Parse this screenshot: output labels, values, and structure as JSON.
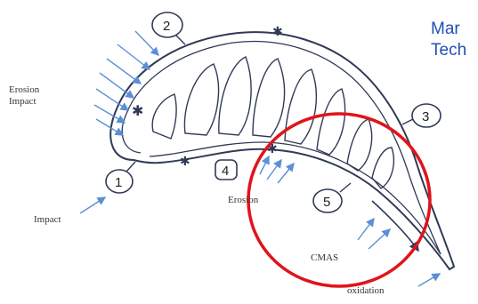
{
  "title": {
    "line1": "Mar",
    "line2": "Tech"
  },
  "labels": {
    "erosion_impact_1": "Erosion",
    "erosion_impact_2": "Impact",
    "impact": "Impact",
    "erosion": "Erosion",
    "cmas": "CMAS",
    "oxidation": "oxidation"
  },
  "zones": [
    "1",
    "2",
    "3",
    "4",
    "5"
  ],
  "colors": {
    "outline": "#2f3a57",
    "arrow": "#5b8fd6",
    "highlight": "#e0141b",
    "title": "#1f4fb5"
  }
}
